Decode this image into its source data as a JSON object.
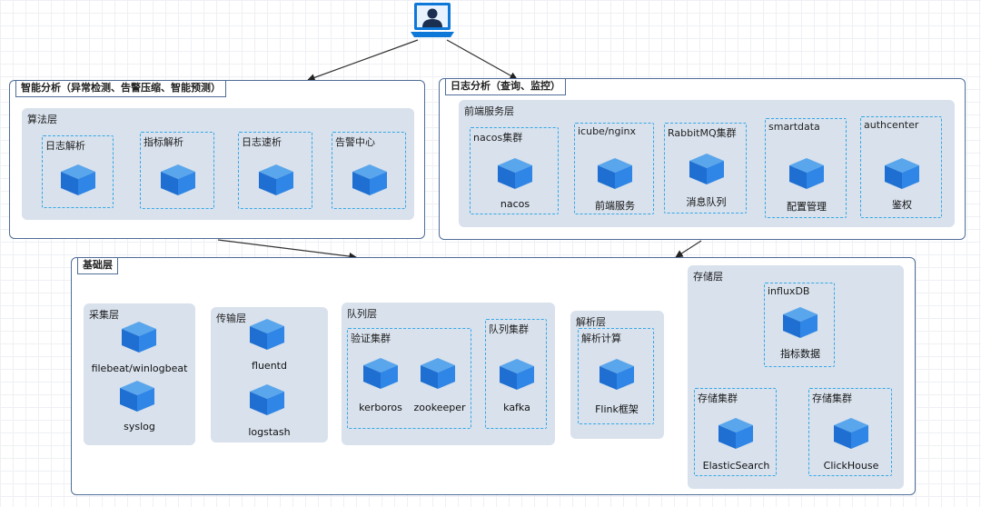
{
  "smart_panel": {
    "title": "智能分析（异常检测、告警压缩、智能预测）",
    "layer_title": "算法层",
    "boxes": [
      "日志解析",
      "指标解析",
      "日志速析",
      "告警中心"
    ]
  },
  "log_panel": {
    "title": "日志分析（查询、监控）",
    "layer_title": "前端服务层",
    "boxes": [
      {
        "title": "nacos集群",
        "label": "nacos"
      },
      {
        "title": "icube/nginx",
        "label": "前端服务"
      },
      {
        "title": "RabbitMQ集群",
        "label": "消息队列"
      },
      {
        "title": "smartdata",
        "label": "配置管理"
      },
      {
        "title": "authcenter",
        "label": "鉴权"
      }
    ]
  },
  "base_panel": {
    "title": "基础层",
    "collect": {
      "title": "采集层",
      "labels": [
        "filebeat/winlogbeat",
        "syslog"
      ]
    },
    "transport": {
      "title": "传输层",
      "labels": [
        "fluentd",
        "logstash"
      ]
    },
    "queue": {
      "title": "队列层",
      "auth_cluster": {
        "title": "验证集群",
        "labels": [
          "kerboros",
          "zookeeper"
        ]
      },
      "queue_cluster": {
        "title": "队列集群",
        "label": "kafka"
      }
    },
    "parse": {
      "title": "解析层",
      "box_title": "解析计算",
      "label": "Flink框架"
    },
    "storage": {
      "title": "存储层",
      "influx": {
        "title": "influxDB",
        "label": "指标数据"
      },
      "es": {
        "title": "存储集群",
        "label": "ElasticSearch"
      },
      "ch": {
        "title": "存储集群",
        "label": "ClickHouse"
      }
    }
  },
  "colors": {
    "cube_top": "#5aa6ec",
    "cube_left": "#1f6fd2",
    "cube_right": "#2f86e6",
    "dash": "#35a8e8",
    "layer_bg": "#d8e1ec",
    "panel_border": "#4f6d98"
  }
}
